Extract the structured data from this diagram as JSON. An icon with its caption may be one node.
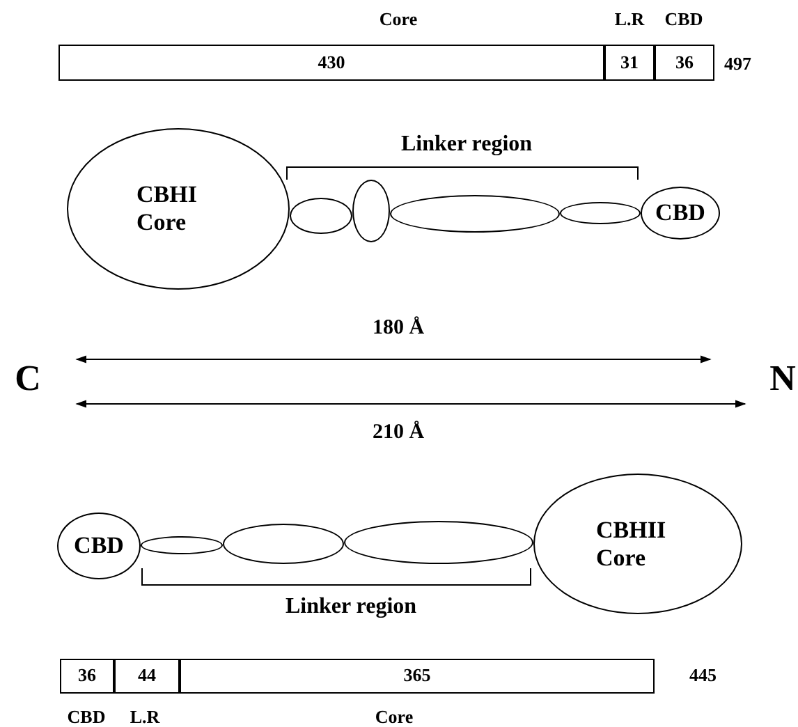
{
  "diagram": {
    "nodes": [
      {
        "text": [
          "430"
        ],
        "beside": [
          "Core"
        ]
      },
      {
        "text": [
          "31"
        ],
        "beside": [
          "L.R"
        ]
      },
      {
        "text": [
          "36"
        ],
        "beside": [
          "CBD"
        ]
      },
      {
        "text": [
          "CBHI Core"
        ]
      },
      {
        "text": [],
        "shape": "ellipse"
      },
      {
        "text": [],
        "shape": "ellipse"
      },
      {
        "text": [],
        "shape": "ellipse"
      },
      {
        "text": [],
        "shape": "ellipse"
      },
      {
        "text": [
          "CBD"
        ]
      },
      {
        "text": [
          "CBD"
        ]
      },
      {
        "text": [],
        "shape": "ellipse"
      },
      {
        "text": [],
        "shape": "ellipse"
      },
      {
        "text": [],
        "shape": "ellipse"
      },
      {
        "text": [
          "CBHII Core"
        ]
      },
      {
        "text": [
          "36"
        ],
        "beside": [
          "CBD"
        ]
      },
      {
        "text": [
          "44"
        ],
        "beside": [
          "L.R"
        ]
      },
      {
        "text": [
          "365"
        ],
        "beside": [
          "Core"
        ]
      }
    ],
    "labels": [
      "497",
      "Linker region",
      "180 Å",
      "C",
      "N",
      "210 Å",
      "Linker region",
      "445"
    ]
  }
}
